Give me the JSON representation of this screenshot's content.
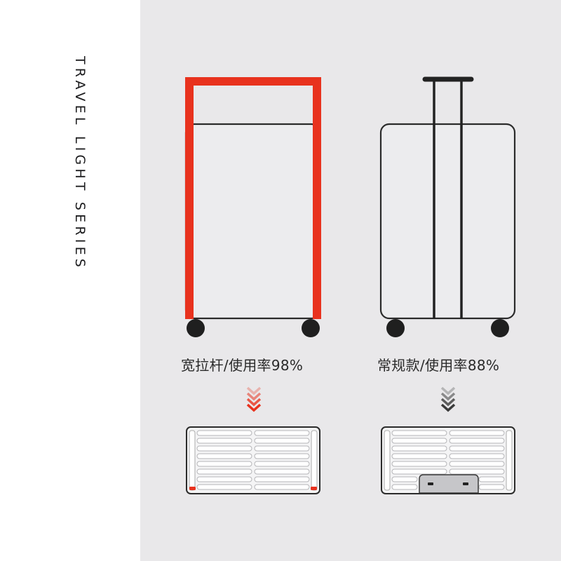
{
  "series_title": "TRAVEL LIGHT SERIES",
  "left_item": {
    "caption": "宽拉杆/使用率98%",
    "accent_color": "#e8321e"
  },
  "right_item": {
    "caption": "常规款/使用率88%",
    "accent_color": "#222222"
  },
  "colors": {
    "panel_background": "#e9e8ea",
    "page_background": "#ffffff",
    "chevron_red": "#e8321e",
    "chevron_gray": "#3a3a3a"
  }
}
